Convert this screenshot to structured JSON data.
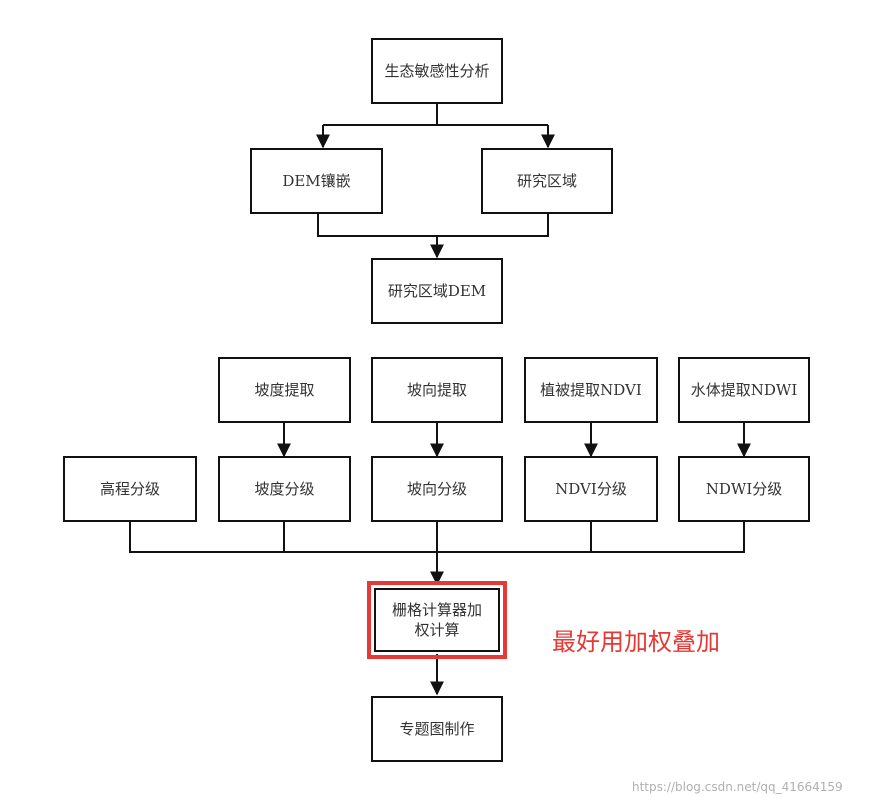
{
  "colors": {
    "line": "#111111",
    "text": "#333333",
    "highlight": "#e53935",
    "watermark": "#b0b0b0"
  },
  "nodes": {
    "eco": "生态敏感性分析",
    "dem_mosaic": "DEM镶嵌",
    "study_area": "研究区域",
    "study_dem": "研究区域DEM",
    "slope_extract": "坡度提取",
    "aspect_extract": "坡向提取",
    "ndvi_extract": "植被提取NDVI",
    "ndwi_extract": "水体提取NDWI",
    "elev_class": "高程分级",
    "slope_class": "坡度分级",
    "aspect_class": "坡向分级",
    "ndvi_class": "NDVI分级",
    "ndwi_class": "NDWI分级",
    "raster_calc": "栅格计算器加权计算",
    "thematic_map": "专题图制作"
  },
  "annotation": "最好用加权叠加",
  "watermark": "https://blog.csdn.net/qq_41664159"
}
